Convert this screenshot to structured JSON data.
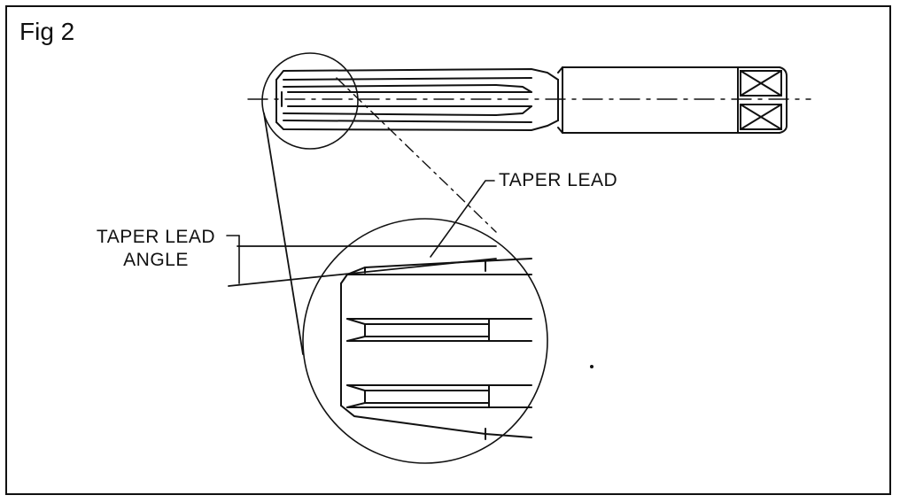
{
  "figure": {
    "label": "Fig 2"
  },
  "callouts": {
    "taper_lead": "TAPER LEAD",
    "taper_lead_angle_line1": "TAPER LEAD",
    "taper_lead_angle_line2": "ANGLE"
  },
  "colors": {
    "ink": "#111111",
    "paper": "#ffffff"
  }
}
